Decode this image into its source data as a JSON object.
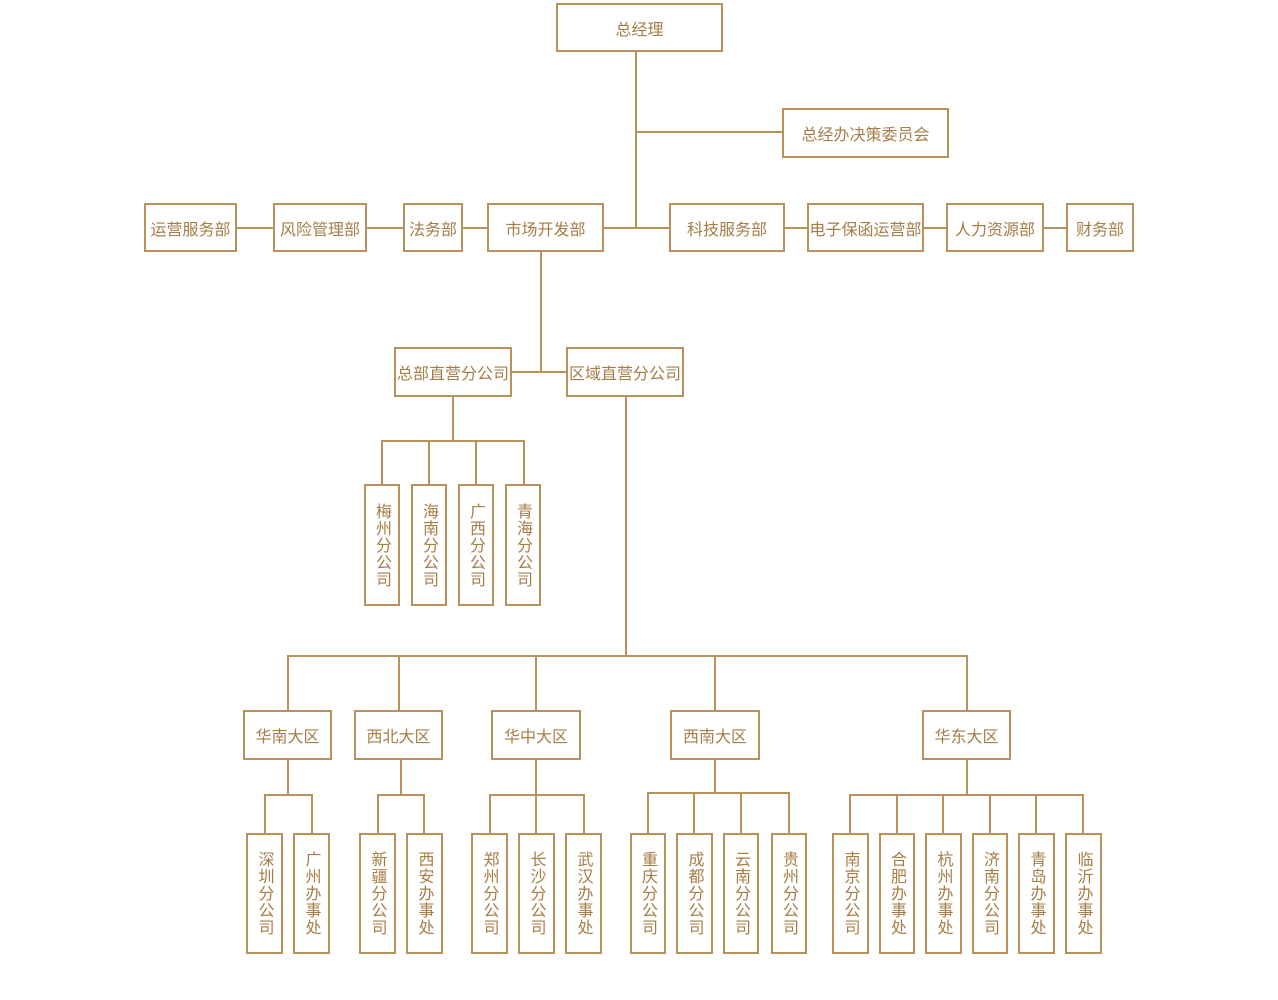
{
  "colors": {
    "line": "#B8925A",
    "text": "#A57D45",
    "background": "#FFFFFF"
  },
  "org": {
    "gm": "总经理",
    "committee": "总经办决策委员会",
    "departments": {
      "operations": "运营服务部",
      "risk": "风险管理部",
      "legal": "法务部",
      "market": "市场开发部",
      "tech": "科技服务部",
      "guarantee": "电子保函运营部",
      "hr": "人力资源部",
      "finance": "财务部"
    },
    "hq_direct": "总部直营分公司",
    "regional_direct": "区域直营分公司",
    "hq_branches": [
      "梅州分公司",
      "海南分公司",
      "广西分公司",
      "青海分公司"
    ],
    "regions": [
      {
        "name": "华南大区",
        "offices": [
          "深圳分公司",
          "广州办事处"
        ]
      },
      {
        "name": "西北大区",
        "offices": [
          "新疆分公司",
          "西安办事处"
        ]
      },
      {
        "name": "华中大区",
        "offices": [
          "郑州分公司",
          "长沙分公司",
          "武汉办事处"
        ]
      },
      {
        "name": "西南大区",
        "offices": [
          "重庆分公司",
          "成都分公司",
          "云南分公司",
          "贵州分公司"
        ]
      },
      {
        "name": "华东大区",
        "offices": [
          "南京分公司",
          "合肥办事处",
          "杭州办事处",
          "济南分公司",
          "青岛办事处",
          "临沂办事处"
        ]
      }
    ]
  }
}
